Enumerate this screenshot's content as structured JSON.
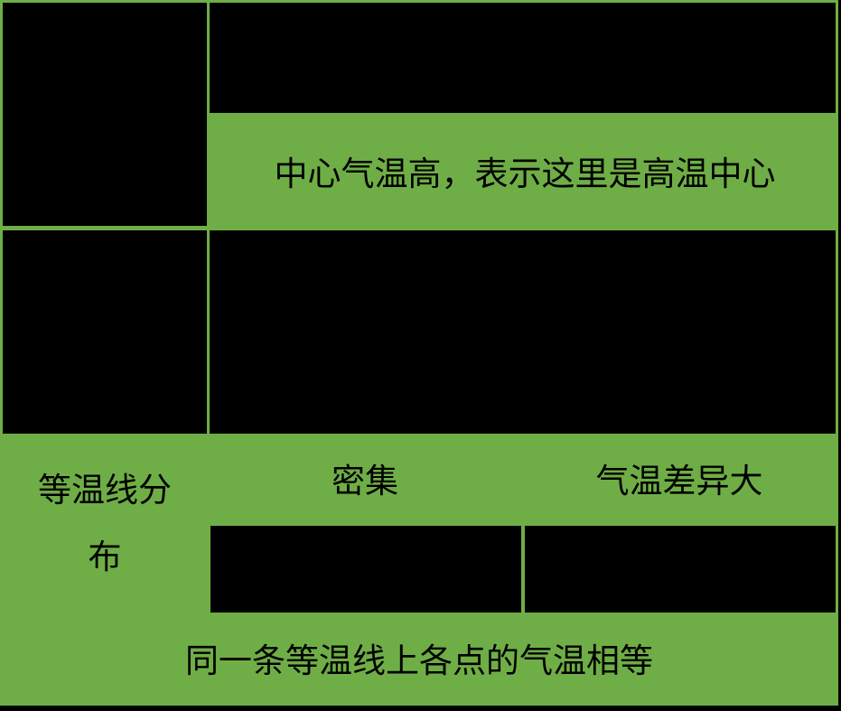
{
  "colors": {
    "cell_green": "#6fae46",
    "masked": "#000000",
    "text": "#000000"
  },
  "table": {
    "row1": {
      "left_label": "",
      "right_top": "",
      "right_bottom": "中心气温高，表示这里是高温中心"
    },
    "row2": {
      "left_label": "",
      "right": ""
    },
    "row3": {
      "left_label": "等温线分布",
      "header_left": "密集",
      "header_right": "气温差异大",
      "value_left": "",
      "value_right": ""
    },
    "row4": {
      "full": "同一条等温线上各点的气温相等"
    }
  }
}
